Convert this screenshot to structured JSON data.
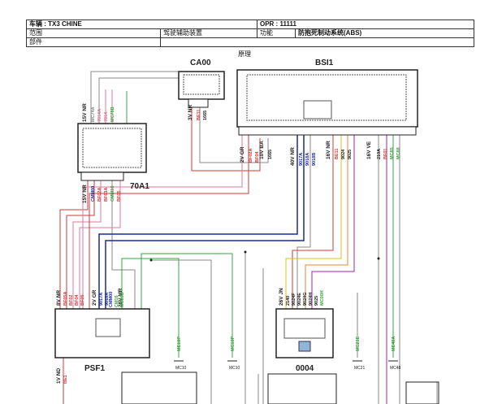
{
  "header": {
    "vehicle_label": "车辆 : TX3 CHINE",
    "opr_label": "OPR : 11111",
    "scope_label": "范围",
    "group_value": "驾驶辅助装置",
    "function_label": "功能",
    "function_value": "防抱死制动系统(ABS)",
    "part_label": "部件"
  },
  "caption": "原理",
  "components": {
    "ca00": "CA00",
    "bsi1": "BSI1",
    "c70a1": "70A1",
    "psf1": "PSF1",
    "c0004": "0004"
  },
  "connectors": {
    "c70a1_top": "15V NR",
    "c70a1_bottom": "15V NR",
    "ca00": "3V NR",
    "bsi_a": "2V GR",
    "bsi_b": "10V BA",
    "bsi_c": "40V NR",
    "bsi_d": "16V NR",
    "bsi_e": "16V VE",
    "psf_a": "8V NR",
    "psf_b": "2V GR",
    "psf_c": "28V MR",
    "c0004": "26V JN",
    "psf_bottom": "1V ND"
  },
  "wires": {
    "c70a1_top": [
      "MC74A",
      "7814A",
      "7814",
      "MC78B"
    ],
    "c70a1_bottom": [
      "CMM00",
      "BF02A",
      "BF63A",
      "CMM16",
      "BF05"
    ],
    "ca00": [
      "BE11",
      "1665"
    ],
    "bsi_a": [
      "BF02A",
      "BF04"
    ],
    "bsi_b": [
      "1665"
    ],
    "bsi_c": [
      "9017A",
      "9018A",
      "9018B"
    ],
    "bsi_d": [
      "BE11",
      "9024",
      "9025"
    ],
    "bsi_e": [
      "210A",
      "BF01",
      "MC85",
      "MC88"
    ],
    "psf_a": [
      "BF05A",
      "BF02",
      "BF04",
      "BF05"
    ],
    "psf_b": [
      "9017A",
      "9018A"
    ],
    "psf_c": [
      "CMM00",
      "CM16",
      "MC89B"
    ],
    "c0004": [
      "2140",
      "9024F",
      "9024E",
      "9024G",
      "9024H",
      "9025",
      "MC00H"
    ],
    "psf_bottom": [
      "BE1"
    ]
  },
  "grounds": {
    "g1_wire": "ME10P",
    "g1_label": "MC10",
    "g2_wire": "MC10P",
    "g2_label": "MC10",
    "g3_wire": "MC21E",
    "g3_label": "MC21",
    "g4_wire": "ME48A",
    "g4_label": "MC48"
  },
  "colors": {
    "red": "#d23a3a",
    "blue": "#1a2a9a",
    "pink": "#e07a9a",
    "purple": "#9a2aa0",
    "green": "#3aa040",
    "orange": "#e08a30",
    "yellow": "#d8c01a",
    "gray": "#888888",
    "black": "#222222"
  }
}
